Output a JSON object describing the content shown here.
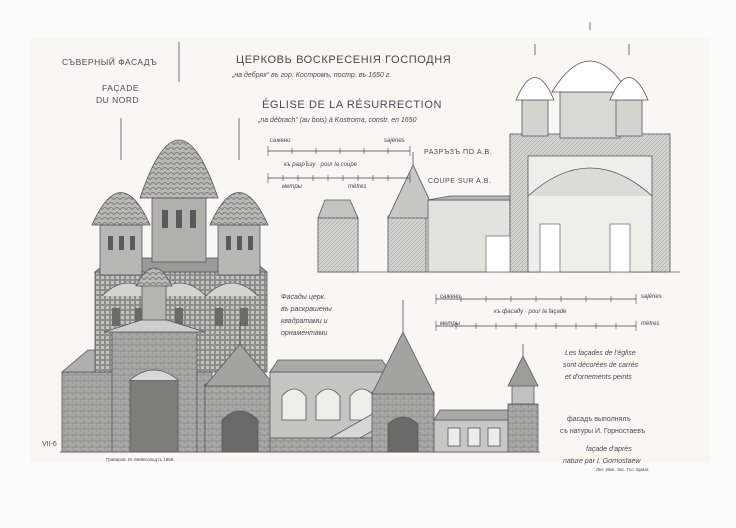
{
  "header": {
    "facade_ru": "СЪВЕРНЫЙ ФАСАДЪ",
    "facade_fr_1": "FAÇADE",
    "facade_fr_2": "DU NORD",
    "title_ru": "ЦЕРКОВЬ ВОСКРЕСЕНІЯ ГОСПОДНЯ",
    "subtitle_ru": "„на дебрях“ въ гор. Костромъ, постр. въ 1650 г.",
    "title_fr": "ÉGLISE DE LA RÉSURRECTION",
    "subtitle_fr": "„na débrach“ (au bois) à Kostroma, constr. en 1650"
  },
  "section": {
    "label_ru": "РАЗРЪЗЪ ПО А.В.",
    "label_fr": "COUPE SUR A.B."
  },
  "scale_top": {
    "row1_left": "сажени",
    "row1_right": "sajènes",
    "middle": "къ разрЪзу · pour la coupe",
    "row2_left": "метры",
    "row2_right": "mètres"
  },
  "scale_bottom": {
    "row1_left": "сажени",
    "row1_right": "sajènes",
    "middle": "къ фасаду · pour la façade",
    "row2_left": "метры",
    "row2_right": "mètres"
  },
  "notes": {
    "ru_1": "Фасады церк.",
    "ru_2": "въ раскрашены",
    "ru_3": "квадратами и",
    "ru_4": "орнаментами",
    "fr_1": "Les façades de l'église",
    "fr_2": "sont décorées de carrés",
    "fr_3": "et d'ornements peints",
    "credit_ru_1": "фасадъ выполнялъ",
    "credit_ru_2": "съ натуры И. Горностаевъ",
    "credit_fr_1": "façade d'après",
    "credit_fr_2": "nature par I. Gornostaew"
  },
  "footer": {
    "plate": "VII-6",
    "engraver": "Гравиров. М. Мейнгольдтъ 1858.",
    "printer": "Лит. Имп. Экс. Гос. Бумаг."
  },
  "colors": {
    "ink": "#4a4a4a",
    "paper": "#f8f7f2",
    "wash": "#c9c9c4",
    "dark": "#6a6a66"
  }
}
